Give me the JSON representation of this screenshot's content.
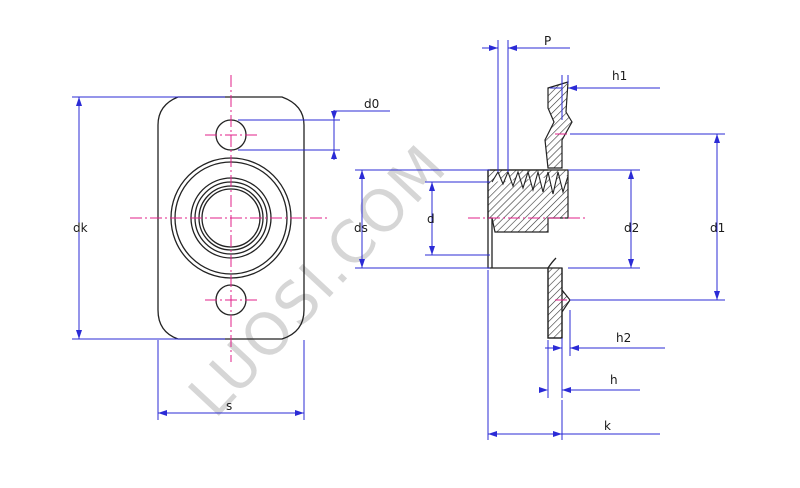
{
  "watermark": "LUOSI.COM",
  "labels": {
    "d0": "d0",
    "dk": "dk",
    "s": "s",
    "P": "P",
    "h1": "h1",
    "ds": "ds",
    "d": "d",
    "d2": "d2",
    "d1": "d1",
    "h2": "h2",
    "h": "h",
    "k": "k"
  },
  "colors": {
    "dimension": "#2b2bd6",
    "centerline": "#e0208a",
    "outline": "#222222",
    "hatch": "#333333",
    "watermark": "#d6d6d6"
  }
}
